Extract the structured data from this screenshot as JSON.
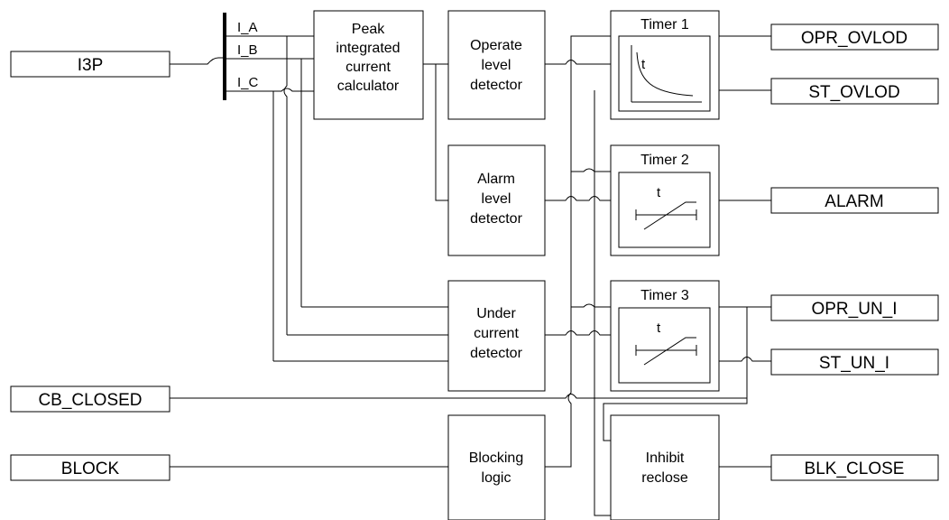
{
  "inputs": {
    "i3p": "I3P",
    "cb_closed": "CB_CLOSED",
    "block": "BLOCK"
  },
  "bus": {
    "phase_a": "I_A",
    "phase_b": "I_B",
    "phase_c": "I_C"
  },
  "blocks": {
    "peak_calc": [
      "Peak",
      "integrated",
      "current",
      "calculator"
    ],
    "operate_detector": [
      "Operate",
      "level",
      "detector"
    ],
    "alarm_detector": [
      "Alarm",
      "level",
      "detector"
    ],
    "under_current_detector": [
      "Under",
      "current",
      "detector"
    ],
    "blocking_logic": [
      "Blocking",
      "logic"
    ],
    "inhibit_reclose": [
      "Inhibit",
      "reclose"
    ]
  },
  "timers": {
    "timer1": {
      "title": "Timer 1",
      "axis": "t"
    },
    "timer2": {
      "title": "Timer 2",
      "axis": "t"
    },
    "timer3": {
      "title": "Timer 3",
      "axis": "t"
    }
  },
  "outputs": {
    "opr_ovlod": "OPR_OVLOD",
    "st_ovlod": "ST_OVLOD",
    "alarm": "ALARM",
    "opr_un_i": "OPR_UN_I",
    "st_un_i": "ST_UN_I",
    "blk_close": "BLK_CLOSE"
  }
}
